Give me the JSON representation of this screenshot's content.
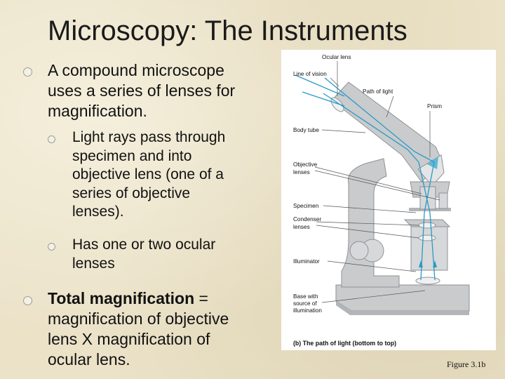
{
  "slide": {
    "title": "Microscopy: The Instruments",
    "intro": [
      "A compound microscope",
      "uses a series of lenses for",
      "magnification."
    ],
    "sub_bullets": [
      [
        "Light rays pass through",
        "specimen and into",
        "objective lens (one of a",
        "series of objective",
        "lenses)."
      ],
      [
        "Has one or two ocular",
        "lenses"
      ]
    ],
    "total": {
      "bold": "Total magnification",
      "rest_first": " =",
      "lines": [
        "magnification of objective",
        "lens X magnification of",
        "ocular lens."
      ]
    }
  },
  "figure": {
    "labels": {
      "ocular_lens": "Ocular lens",
      "line_of_vision": "Line of vision",
      "path_of_light": "Path of light",
      "prism": "Prism",
      "body_tube": "Body tube",
      "objective_lenses": [
        "Objective",
        "lenses"
      ],
      "specimen": "Specimen",
      "condenser_lenses": [
        "Condenser",
        "lenses"
      ],
      "illuminator": "Illuminator",
      "base": [
        "Base with",
        "source of",
        "illumination"
      ]
    },
    "caption": "(b) The path of light (bottom to top)",
    "figure_number": "Figure 3.1b",
    "colors": {
      "body": "#c9cbcd",
      "light_path": "#2a9ac6",
      "outline": "#8f9295"
    }
  }
}
